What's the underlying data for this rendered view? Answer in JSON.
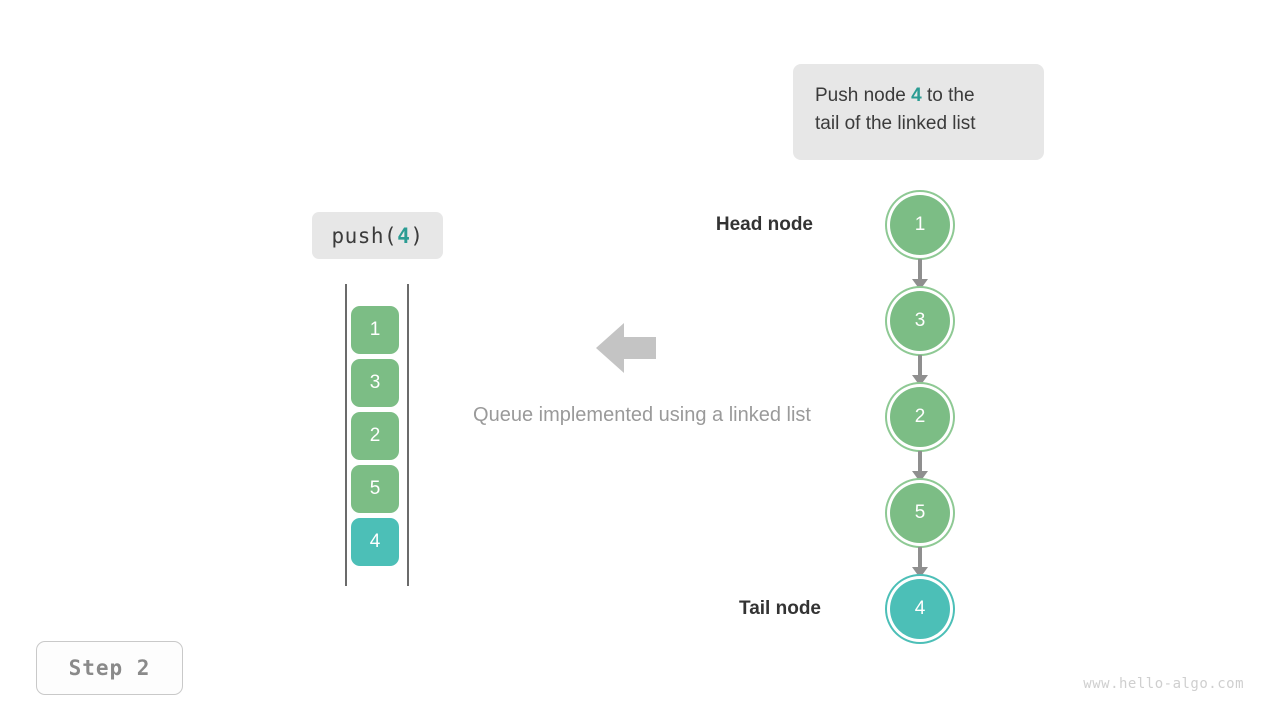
{
  "callout": {
    "line1_prefix": "Push node ",
    "line1_accent": "4",
    "line1_suffix": " to the",
    "line2": "tail of the linked list",
    "background": "#e7e7e7",
    "accent_color": "#2b9c93"
  },
  "push_chip": {
    "prefix": "push(",
    "accent": "4",
    "suffix": ")",
    "background": "#e7e7e7"
  },
  "array": {
    "cells": [
      {
        "value": "1",
        "color": "green"
      },
      {
        "value": "3",
        "color": "green"
      },
      {
        "value": "2",
        "color": "green"
      },
      {
        "value": "5",
        "color": "green"
      },
      {
        "value": "4",
        "color": "teal"
      }
    ],
    "green_hex": "#7cbd85",
    "teal_hex": "#4cbfb7"
  },
  "center": {
    "arrow_icon": "arrow-left-icon",
    "caption": "Queue implemented using a linked list",
    "caption_color": "#9a9a9a",
    "arrow_color": "#c4c4c4"
  },
  "linked_list": {
    "head_label": "Head node",
    "tail_label": "Tail node",
    "nodes": [
      {
        "value": "1",
        "color": "green"
      },
      {
        "value": "3",
        "color": "green"
      },
      {
        "value": "2",
        "color": "green"
      },
      {
        "value": "5",
        "color": "green"
      },
      {
        "value": "4",
        "color": "teal"
      }
    ],
    "connector_color": "#8f8f8f"
  },
  "step_badge": {
    "label": "Step 2"
  },
  "watermark": {
    "text": "www.hello-algo.com"
  }
}
